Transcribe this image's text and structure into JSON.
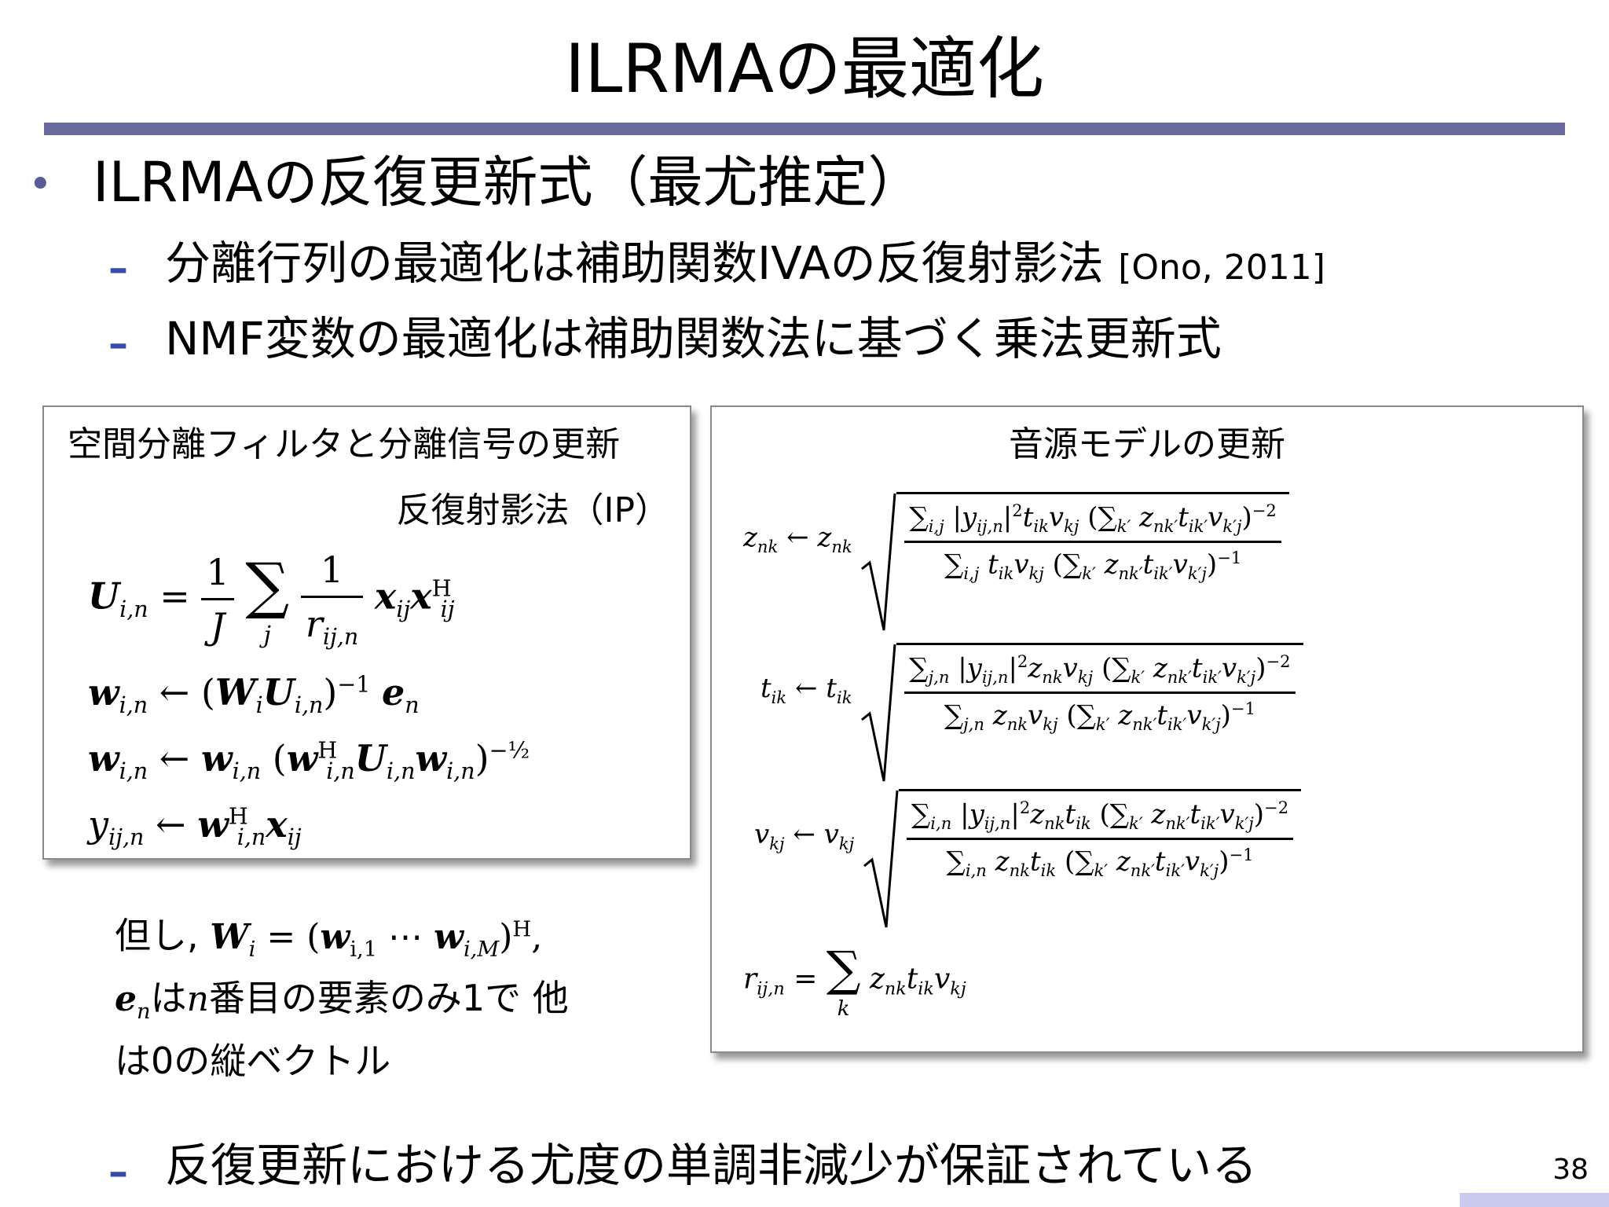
{
  "slide": {
    "title": "ILRMAの最適化",
    "page_number": "38"
  },
  "main_bullet": {
    "text": "ILRMAの反復更新式（最尤推定）"
  },
  "sub_bullets": [
    {
      "text": "分離行列の最適化は補助関数IVAの反復射影法",
      "cite": "[Ono, 2011]"
    },
    {
      "text": "NMF変数の最適化は補助関数法に基づく乗法更新式"
    },
    {
      "text": "反復更新における尤度の単調非減少が保証されている"
    }
  ],
  "left_box": {
    "heading": "空間分離フィルタと分離信号の更新",
    "subheading": "反復射影法（IP）"
  },
  "right_box": {
    "heading": "音源モデルの更新"
  },
  "note": {
    "line1_prefix": "但し,",
    "line2_suffix": "は",
    "line2_rest": "番目の要素のみ1で 他",
    "line3": "は0の縦ベクトル"
  },
  "colors": {
    "title_rule": "#6a6b9c",
    "dash": "#3a4aa8",
    "bullet_dot": "#5a5c94"
  }
}
